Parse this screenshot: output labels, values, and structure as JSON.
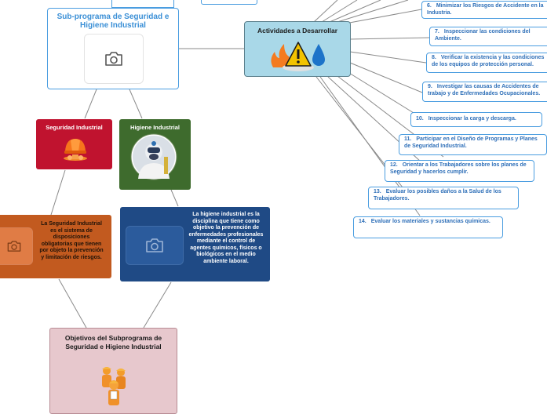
{
  "main": {
    "title": "Sub-programa de Seguridad e Higiene Industrial",
    "top_fragment": "-"
  },
  "seguridad": {
    "label": "Seguridad Industrial",
    "description": "La Seguridad Industrial es el sistema de disposiciones obligatorias que tienen por objeto la prevención y limitación de riesgos."
  },
  "higiene": {
    "label": "Higiene Industrial",
    "description": "La higiene industrial es la disciplina que tiene como objetivo la prevención de enfermedades profesionales mediante el control de agentes químicos, físicos o biológicos en el medio ambiente laboral."
  },
  "objetivos": {
    "title": "Objetivos del Subprograma de Seguridad e Higiene Industrial"
  },
  "actividades": {
    "title": "Actividades a Desarrollar",
    "items": [
      {
        "num": "6.",
        "text": "Minimizar los Riesgos de Accidente en la Industria."
      },
      {
        "num": "7.",
        "text": "Inspeccionar las condiciones del Ambiente."
      },
      {
        "num": "8.",
        "text": "Verificar la existencia y las condiciones de los equipos de protección personal."
      },
      {
        "num": "9.",
        "text": "Investigar las causas de Accidentes de trabajo y de Enfermedades Ocupacionales."
      },
      {
        "num": "10.",
        "text": "Inspeccionar la carga y descarga."
      },
      {
        "num": "11.",
        "text": "Participar en el Diseño de Programas y Planes de Seguridad Industrial."
      },
      {
        "num": "12.",
        "text": "Orientar a los Trabajadores sobre los planes de Seguridad y hacerlos cumplir."
      },
      {
        "num": "13.",
        "text": "Evaluar los posibles daños a la Salud de los Trabajadores."
      },
      {
        "num": "14.",
        "text": "Evaluar los materiales y sustancias químicas."
      }
    ]
  },
  "colors": {
    "seguridad": "#c0132f",
    "higiene": "#3e6b2d",
    "seguridad_desc": "#c25a1f",
    "higiene_desc": "#1f4a85",
    "objetivos": "#e7c8cd",
    "actividades": "#a9d8e8",
    "accent": "#4a9de0"
  }
}
